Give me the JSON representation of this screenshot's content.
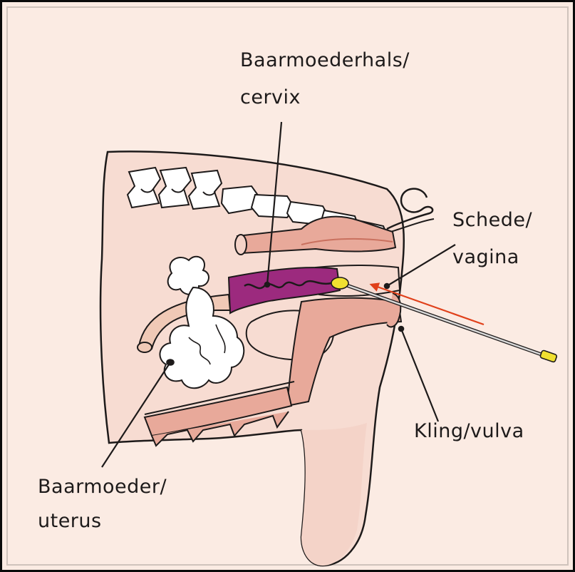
{
  "labels": {
    "cervix_line1": "Baarmoederhals/",
    "cervix_line2": "cervix",
    "vagina_line1": "Schede/",
    "vagina_line2": "vagina",
    "vulva": "Kling/vulva",
    "uterus_line1": "Baarmoeder/",
    "uterus_line2": "uterus"
  },
  "colors": {
    "background": "#fbebe3",
    "body_fill": "#f7dcd2",
    "tissue_pink": "#e8a99a",
    "tissue_deep": "#d98f7e",
    "cervix_magenta": "#9c2a7e",
    "catheter_tip": "#f0e030",
    "arrow_red": "#e0401a",
    "outline": "#1d1a1a"
  }
}
